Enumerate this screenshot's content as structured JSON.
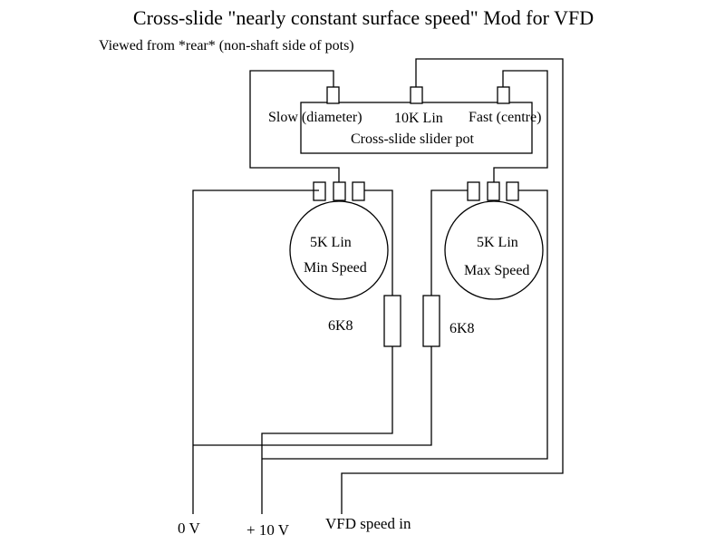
{
  "title": "Cross-slide \"nearly constant surface speed\" Mod for VFD",
  "subtitle": "Viewed from *rear* (non-shaft side of pots)",
  "slider_pot": {
    "slow_label": "Slow (diameter)",
    "value_label": "10K Lin",
    "fast_label": "Fast (centre)",
    "name": "Cross-slide slider pot"
  },
  "min_pot": {
    "value": "5K Lin",
    "name": "Min Speed"
  },
  "max_pot": {
    "value": "5K Lin",
    "name": "Max Speed"
  },
  "resistor_left": {
    "value": "6K8"
  },
  "resistor_right": {
    "value": "6K8"
  },
  "terminals": {
    "zero_v": "0 V",
    "plus_10v": "+ 10 V",
    "vfd_in": "VFD speed in"
  },
  "colors": {
    "ink": "#000000",
    "background": "#ffffff"
  }
}
